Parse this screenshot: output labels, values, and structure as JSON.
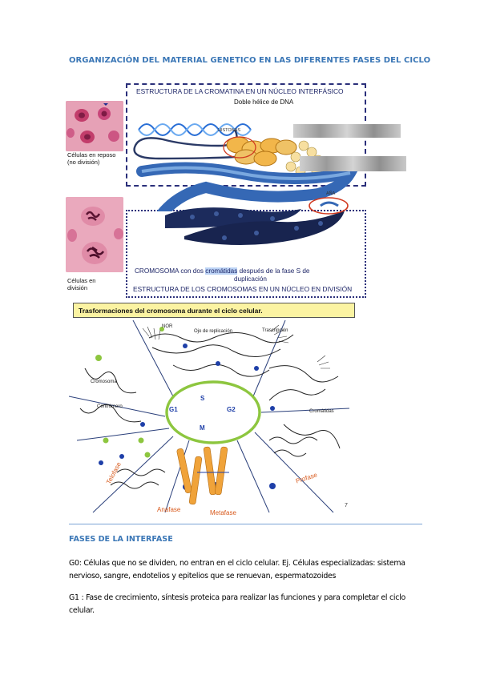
{
  "heading": "ORGANIZACIÓN DEL MATERIAL GENETICO EN LAS DIFERENTES FASES DEL CICLO",
  "figure1": {
    "caption_rest_1": "Células en reposo",
    "caption_rest_2": "(no división)",
    "caption_div_1": "Células en",
    "caption_div_2": "división",
    "struct_interphase": "ESTRUCTURA DE LA CROMATINA EN UN NÚCLEO INTERFÁSICO",
    "dna_label": "Doble hélice de DNA",
    "histones_label": "HISTONAS",
    "ana_label": "AÑA",
    "chromosome_pre": "CROMOSOMA con dos ",
    "chromosome_hl": "cromátidas",
    "chromosome_post": " después de la fase S de",
    "duplication": "duplicación",
    "struct_division": "ESTRUCTURA DE LOS CROMOSOMAS EN UN NÚCLEO EN DIVISIÓN"
  },
  "banner": "Trasformaciones del cromosoma durante el ciclo celular.",
  "cycle": {
    "nor": "NOR",
    "replication_eye": "Ojo de replicación",
    "transcription": "Trascripción",
    "chromosome": "Cromosoma",
    "centromere": "Centrómero",
    "chromatids": "Cromátidas",
    "phase_s": "S",
    "phase_g1": "G1",
    "phase_g2": "G2",
    "phase_m": "M",
    "telophase": "Telofase",
    "anaphase": "Anafase",
    "metaphase": "Metafase",
    "prophase": "Profase",
    "page_number": "7"
  },
  "section": {
    "title": "FASES DE LA INTERFASE",
    "g0": "G0: Células que no se dividen, no entran en el ciclo celular. Ej. Células especializadas: sistema nervioso, sangre, endotelios y epitelios que se renuevan, espermatozoides",
    "g1": "G1 : Fase de crecimiento, síntesis proteica para realizar las funciones y para completar el ciclo celular."
  },
  "colors": {
    "heading_blue": "#3b77b6",
    "box_navy": "#2a2f7a",
    "cycle_green": "#8dc63f",
    "cycle_blue": "#1e3fa8",
    "orange_label": "#d85a1d",
    "banner_yellow": "#fbf3a2"
  }
}
